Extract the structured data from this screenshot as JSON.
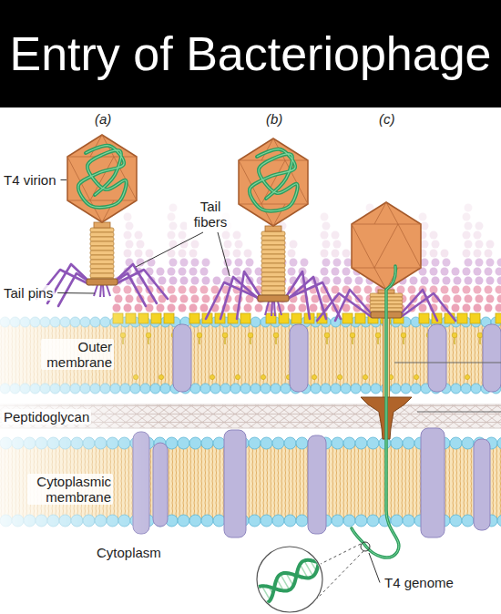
{
  "diagram": {
    "title": "Entry of Bacteriophage",
    "labels": [
      "(a)",
      "(b)",
      "(c)",
      "T4 virion",
      "Tail fibers",
      "Tail pins",
      "Outer membrane",
      "Peptidoglycan",
      "Cytoplasmic membrane",
      "Cytoplasm",
      "T4 genome"
    ]
  }
}
